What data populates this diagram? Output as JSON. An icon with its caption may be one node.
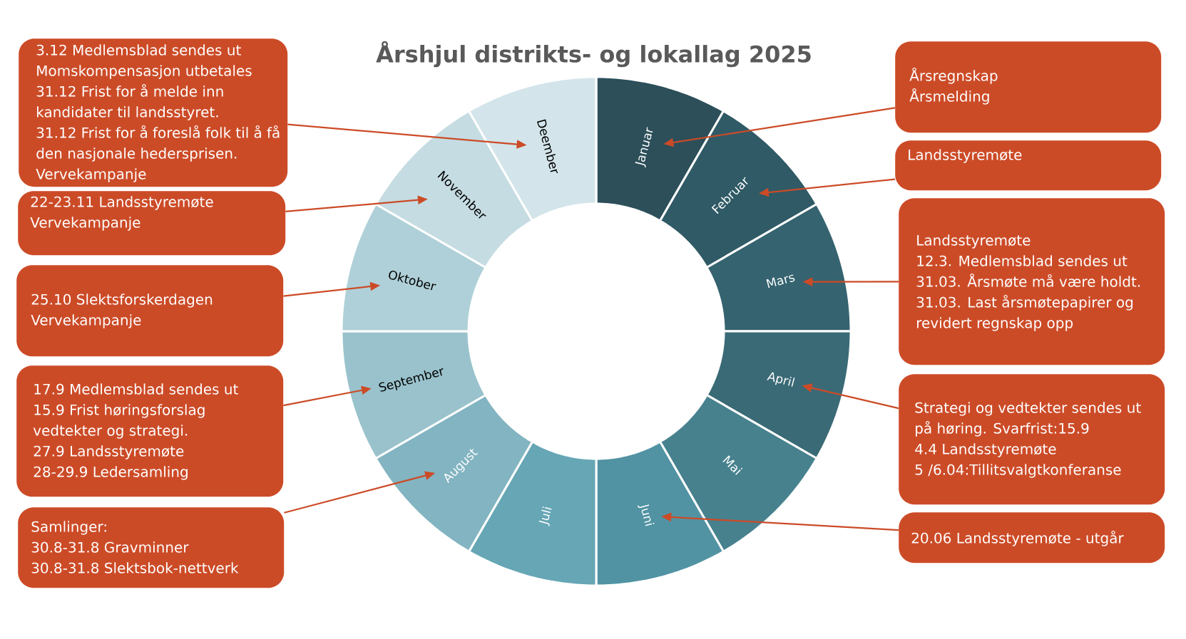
{
  "diagram": {
    "title": "Årshjul distrikts- og lokallag 2025",
    "nodes": [
      {
        "text": [
          "Januar"
        ]
      },
      {
        "text": [
          "Februar"
        ]
      },
      {
        "text": [
          "Mars"
        ]
      },
      {
        "text": [
          "April"
        ]
      },
      {
        "text": [
          "Mai"
        ]
      },
      {
        "text": [
          "Juni"
        ]
      },
      {
        "text": [
          "Juli"
        ]
      },
      {
        "text": [
          "August"
        ]
      },
      {
        "text": [
          "September"
        ]
      },
      {
        "text": [
          "Oktober"
        ]
      },
      {
        "text": [
          "November"
        ]
      },
      {
        "text": [
          "Deember"
        ]
      },
      {
        "text": [
          "3.12 Medlemsblad sendes ut",
          "Momskompensasjon utbetales",
          "31.12 Frist for å melde inn kandidater til landsstyret.",
          "31.12 Frist for å foreslå folk til å få den nasjonale hedersprisen.",
          "Vervekampanje"
        ]
      },
      {
        "text": [
          "22-23.11 Landsstyremøte",
          "Vervekampanje"
        ]
      },
      {
        "text": [
          "25.10 Slektsforskerdagen",
          "Vervekampanje"
        ]
      },
      {
        "text": [
          "17.9 Medlemsblad sendes ut",
          "15.9 Frist høringsforslag vedtekter og strategi.",
          "27.9 Landsstyremøte",
          "28-29.9 Ledersamling"
        ]
      },
      {
        "text": [
          "Samlinger:",
          "30.8-31.8 Gravminner",
          "30.8-31.8 Slektsbok-nettverk"
        ]
      },
      {
        "text": [
          "Årsregnskap",
          "Årsmelding"
        ]
      },
      {
        "text": [
          "Landsstyremøte"
        ]
      },
      {
        "text": [
          "Landsstyremøte",
          "12.3. Medlemsblad sendes ut",
          "31.03. Årsmøte må være holdt.",
          "31.03. Last årsmøtepapirer og revidert regnskap opp"
        ]
      },
      {
        "text": [
          "Strategi og vedtekter sendes ut på høring. Svarfrist:15.9",
          "4.4 Landsstyremøte",
          "5 /6.04:Tillitsvalgtkonferanse"
        ]
      },
      {
        "text": [
          "20.06 Landsstyremøte - utgår"
        ]
      }
    ],
    "edges": [
      {
        "from": 12,
        "to": 11,
        "arrow": "to"
      },
      {
        "from": 13,
        "to": 10,
        "arrow": "to"
      },
      {
        "from": 14,
        "to": 9,
        "arrow": "to"
      },
      {
        "from": 15,
        "to": 8,
        "arrow": "to"
      },
      {
        "from": 16,
        "to": 7,
        "arrow": "to"
      },
      {
        "from": 17,
        "to": 0,
        "arrow": "to"
      },
      {
        "from": 18,
        "to": 1,
        "arrow": "to"
      },
      {
        "from": 19,
        "to": 2,
        "arrow": "to"
      },
      {
        "from": 20,
        "to": 3,
        "arrow": "to"
      },
      {
        "from": 21,
        "to": 5,
        "arrow": "to"
      }
    ]
  }
}
